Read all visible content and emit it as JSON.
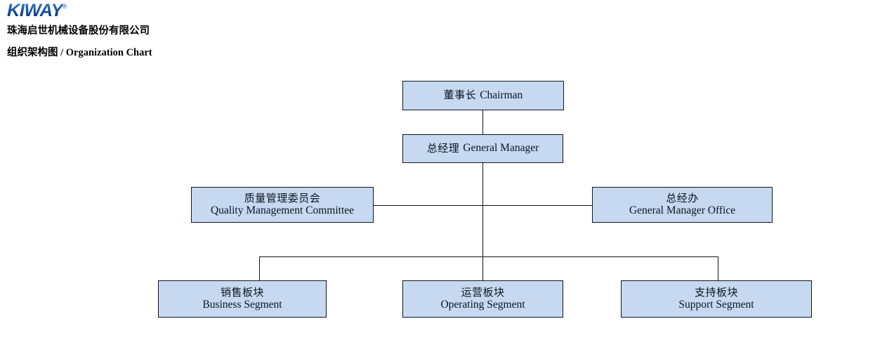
{
  "header": {
    "logo_text": "KIWAY",
    "logo_trademark": "®",
    "company_name": "珠海启世机械设备股份有限公司",
    "chart_title_cn": "组织架构图",
    "chart_title_sep": " / ",
    "chart_title_en": "Organization Chart"
  },
  "colors": {
    "node_fill": "#c6d9f0",
    "node_border": "#12161c",
    "logo_blue": "#1a56ab",
    "text": "#0d1520"
  },
  "chart": {
    "nodes": [
      {
        "id": "chairman",
        "cn": "董事长",
        "en": "Chairman"
      },
      {
        "id": "gm",
        "cn": "总经理",
        "en": "General Manager"
      },
      {
        "id": "qmc",
        "cn": "质量管理委员会",
        "en": "Quality Management Committee"
      },
      {
        "id": "gmo",
        "cn": "总经办",
        "en": "General Manager Office"
      },
      {
        "id": "business",
        "cn": "销售板块",
        "en": "Business Segment"
      },
      {
        "id": "operating",
        "cn": "运营板块",
        "en": "Operating Segment"
      },
      {
        "id": "support",
        "cn": "支持板块",
        "en": "Support Segment"
      }
    ]
  }
}
